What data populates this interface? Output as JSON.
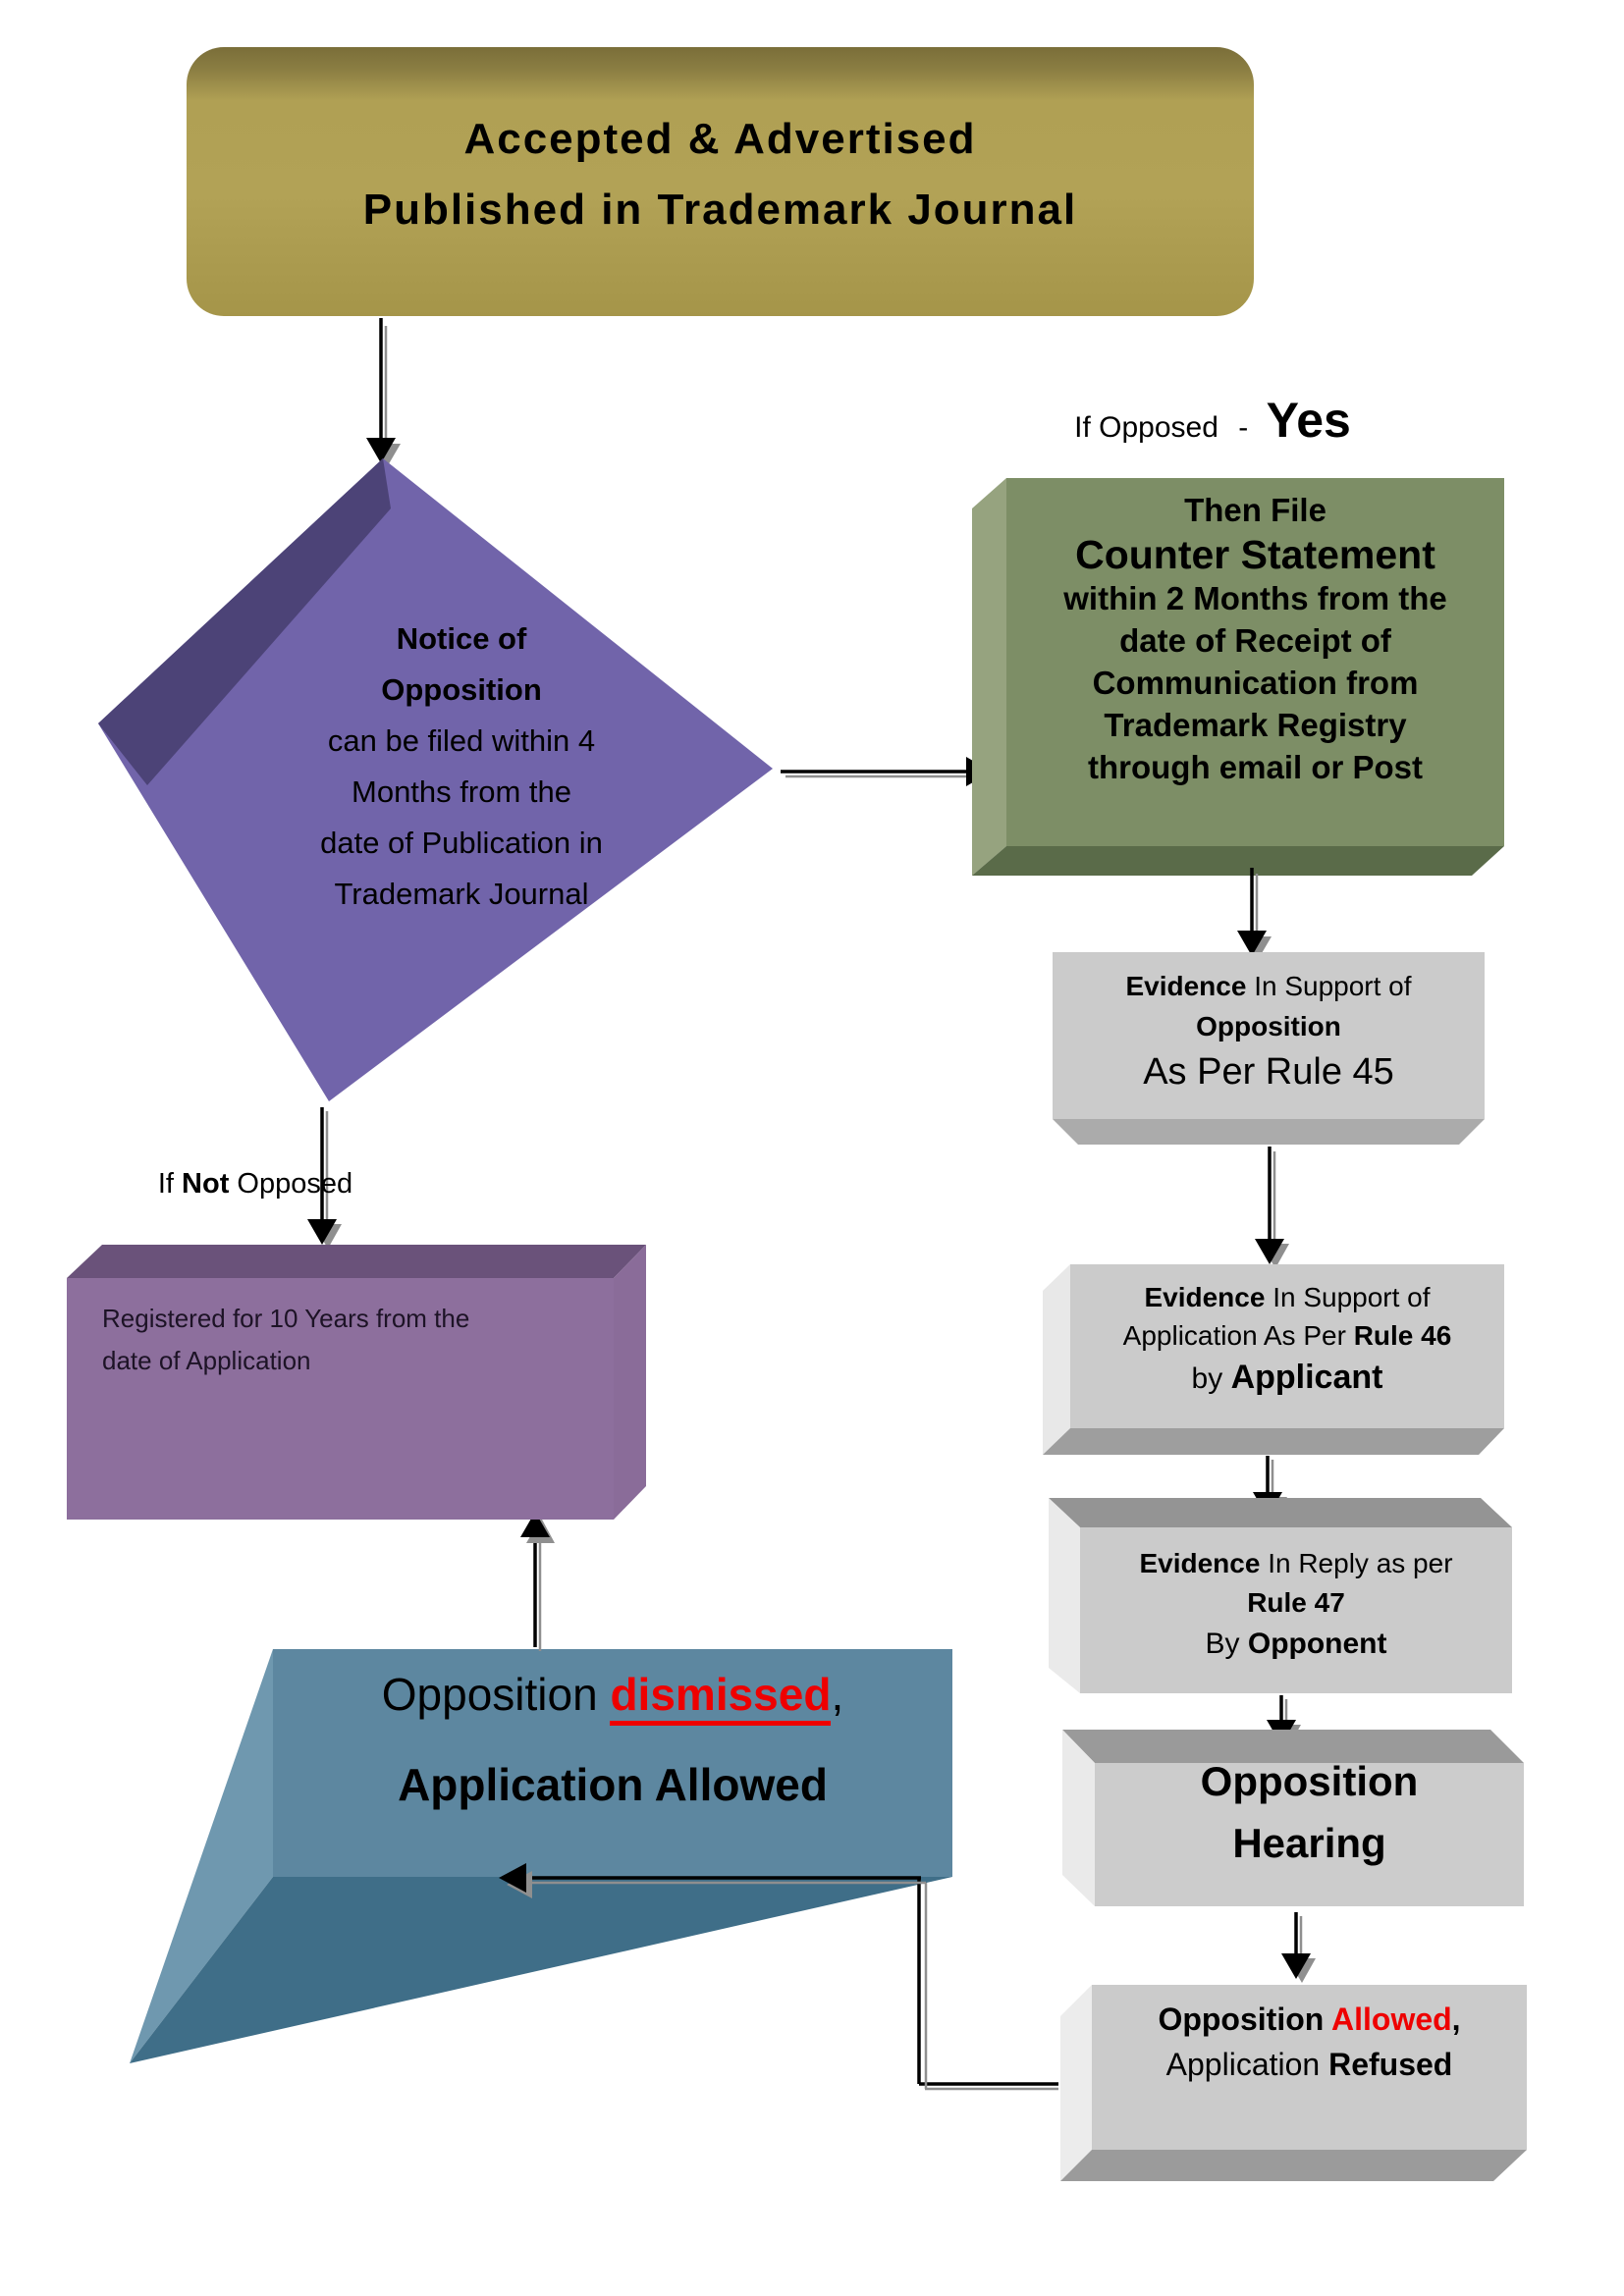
{
  "title_box": {
    "line1": "Accepted & Advertised",
    "line2": "Published in Trademark Journal"
  },
  "opposed_yes_label": {
    "text": "If Opposed",
    "dash": "-",
    "yes": "Yes"
  },
  "diamond": {
    "line1": "Notice of",
    "line2": "Opposition",
    "line3": "can be filed within 4",
    "line4": "Months from the",
    "line5": "date of Publication in",
    "line6": "Trademark Journal"
  },
  "counter_box": {
    "line1": "Then File",
    "line2": "Counter Statement",
    "line3": "within 2 Months from the",
    "line4": "date of Receipt of",
    "line5": "Communication from",
    "line6": "Trademark Registry",
    "line7": "through email or Post"
  },
  "rule45_box": {
    "l1_bold": "Evidence ",
    "l1_rest": "In Support of",
    "line2": "Opposition",
    "line3": "As Per Rule 45"
  },
  "rule46_box": {
    "l1_bold": "Evidence ",
    "l1_rest": "In Support of",
    "l2_pre": "Application As Per ",
    "l2_bold": "Rule 46",
    "l3_pre": "by ",
    "l3_bold": " Applicant"
  },
  "rule47_box": {
    "l1_bold": "Evidence ",
    "l1_rest": "In Reply as per",
    "line2": "Rule 47",
    "l3_pre": "By ",
    "l3_bold": "Opponent"
  },
  "hearing_box": {
    "line1": "Opposition",
    "line2": "Hearing"
  },
  "refused_box": {
    "l1_bold": "Opposition ",
    "l1_red": "Allowed",
    "l1_tail": ",",
    "l2_pre": "Application ",
    "l2_bold": "Refused"
  },
  "not_opposed_label": {
    "pre": "If ",
    "bold": "Not",
    "post": " Opposed"
  },
  "registered_box": {
    "line1": "Registered for 10 Years from the",
    "line2": "date of Application"
  },
  "dismissed_shape": {
    "l1_pre": "Opposition ",
    "l1_red": "dismissed",
    "l1_tail": ",",
    "l2": "Application Allowed"
  },
  "colors": {
    "gold_face": "#b2a256",
    "gold_dark": "#7a6e39",
    "diamond_face": "#7164aa",
    "diamond_shadow": "#4c4377",
    "green_face": "#7d8e66",
    "green_light": "#96a37f",
    "green_dark": "#5a6b49",
    "gray_face": "#cbcbcb",
    "gray_light": "#eaeaea",
    "gray_dark": "#9b9b9b",
    "mauve_face": "#8d6f9d",
    "mauve_dark": "#6a527a",
    "mauve_side": "#8a6c99",
    "teal_face": "#5d87a0",
    "teal_light": "#6f98af",
    "teal_dark": "#3f6e88",
    "accent_red": "#ee0000",
    "arrow_black": "#000000",
    "arrow_shadow": "#8f8f8f"
  }
}
